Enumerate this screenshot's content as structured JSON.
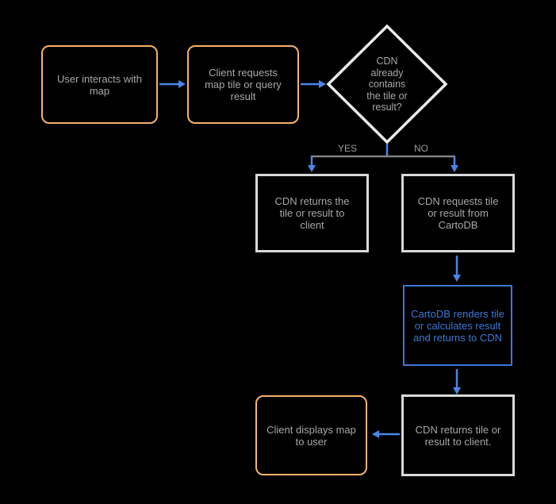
{
  "colors": {
    "background": "#000000",
    "client_step_border": "#f6b26b",
    "cdn_step_border": "#d9d9d9",
    "decision_border": "#ececec",
    "cartodb_step_border": "#3c78d8",
    "cartodb_text": "#3c78d8",
    "arrow": "#4a86e8",
    "branch_line": "#828282",
    "node_text": "#a8a8a8"
  },
  "nodes": {
    "user": {
      "label": "User interacts with map"
    },
    "client_request": {
      "label": "Client requests map tile or query result"
    },
    "decision": {
      "label": "CDN already contains the tile or result?"
    },
    "cdn_returns_yes": {
      "label": "CDN returns the tile or result to client"
    },
    "cdn_requests": {
      "label": "CDN requests tile or result from CartoDB"
    },
    "cartodb_renders": {
      "label": "CartoDB renders tile or calculates result and returns to CDN"
    },
    "cdn_returns_final": {
      "label": "CDN returns tile or result to client."
    },
    "client_displays": {
      "label": "Client displays map to user"
    }
  },
  "edges": {
    "yes_label": "YES",
    "no_label": "NO"
  }
}
